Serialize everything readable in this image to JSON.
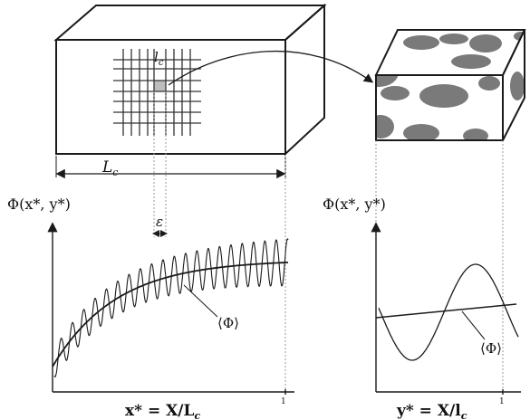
{
  "labels": {
    "lc_small": "l",
    "lc_sub": "c",
    "Lc_main": "L",
    "Lc_sub": "c",
    "epsilon": "ε",
    "phi_left": "Φ(x*, y*)",
    "phi_right": "Φ(x*, y*)",
    "avg_left": "⟨Φ⟩",
    "avg_right": "⟨Φ⟩",
    "xaxis_left": "x* = X/L",
    "xaxis_left_sub": "c",
    "xaxis_right": "y* = X/l",
    "xaxis_right_sub": "c",
    "tick_left": "1",
    "tick_right": "1"
  },
  "colors": {
    "stroke": "#1a1a1a",
    "cell_highlight": "#bdbdbd",
    "inclusion": "#7a7a7a",
    "dashed": "#9a9a9a"
  }
}
